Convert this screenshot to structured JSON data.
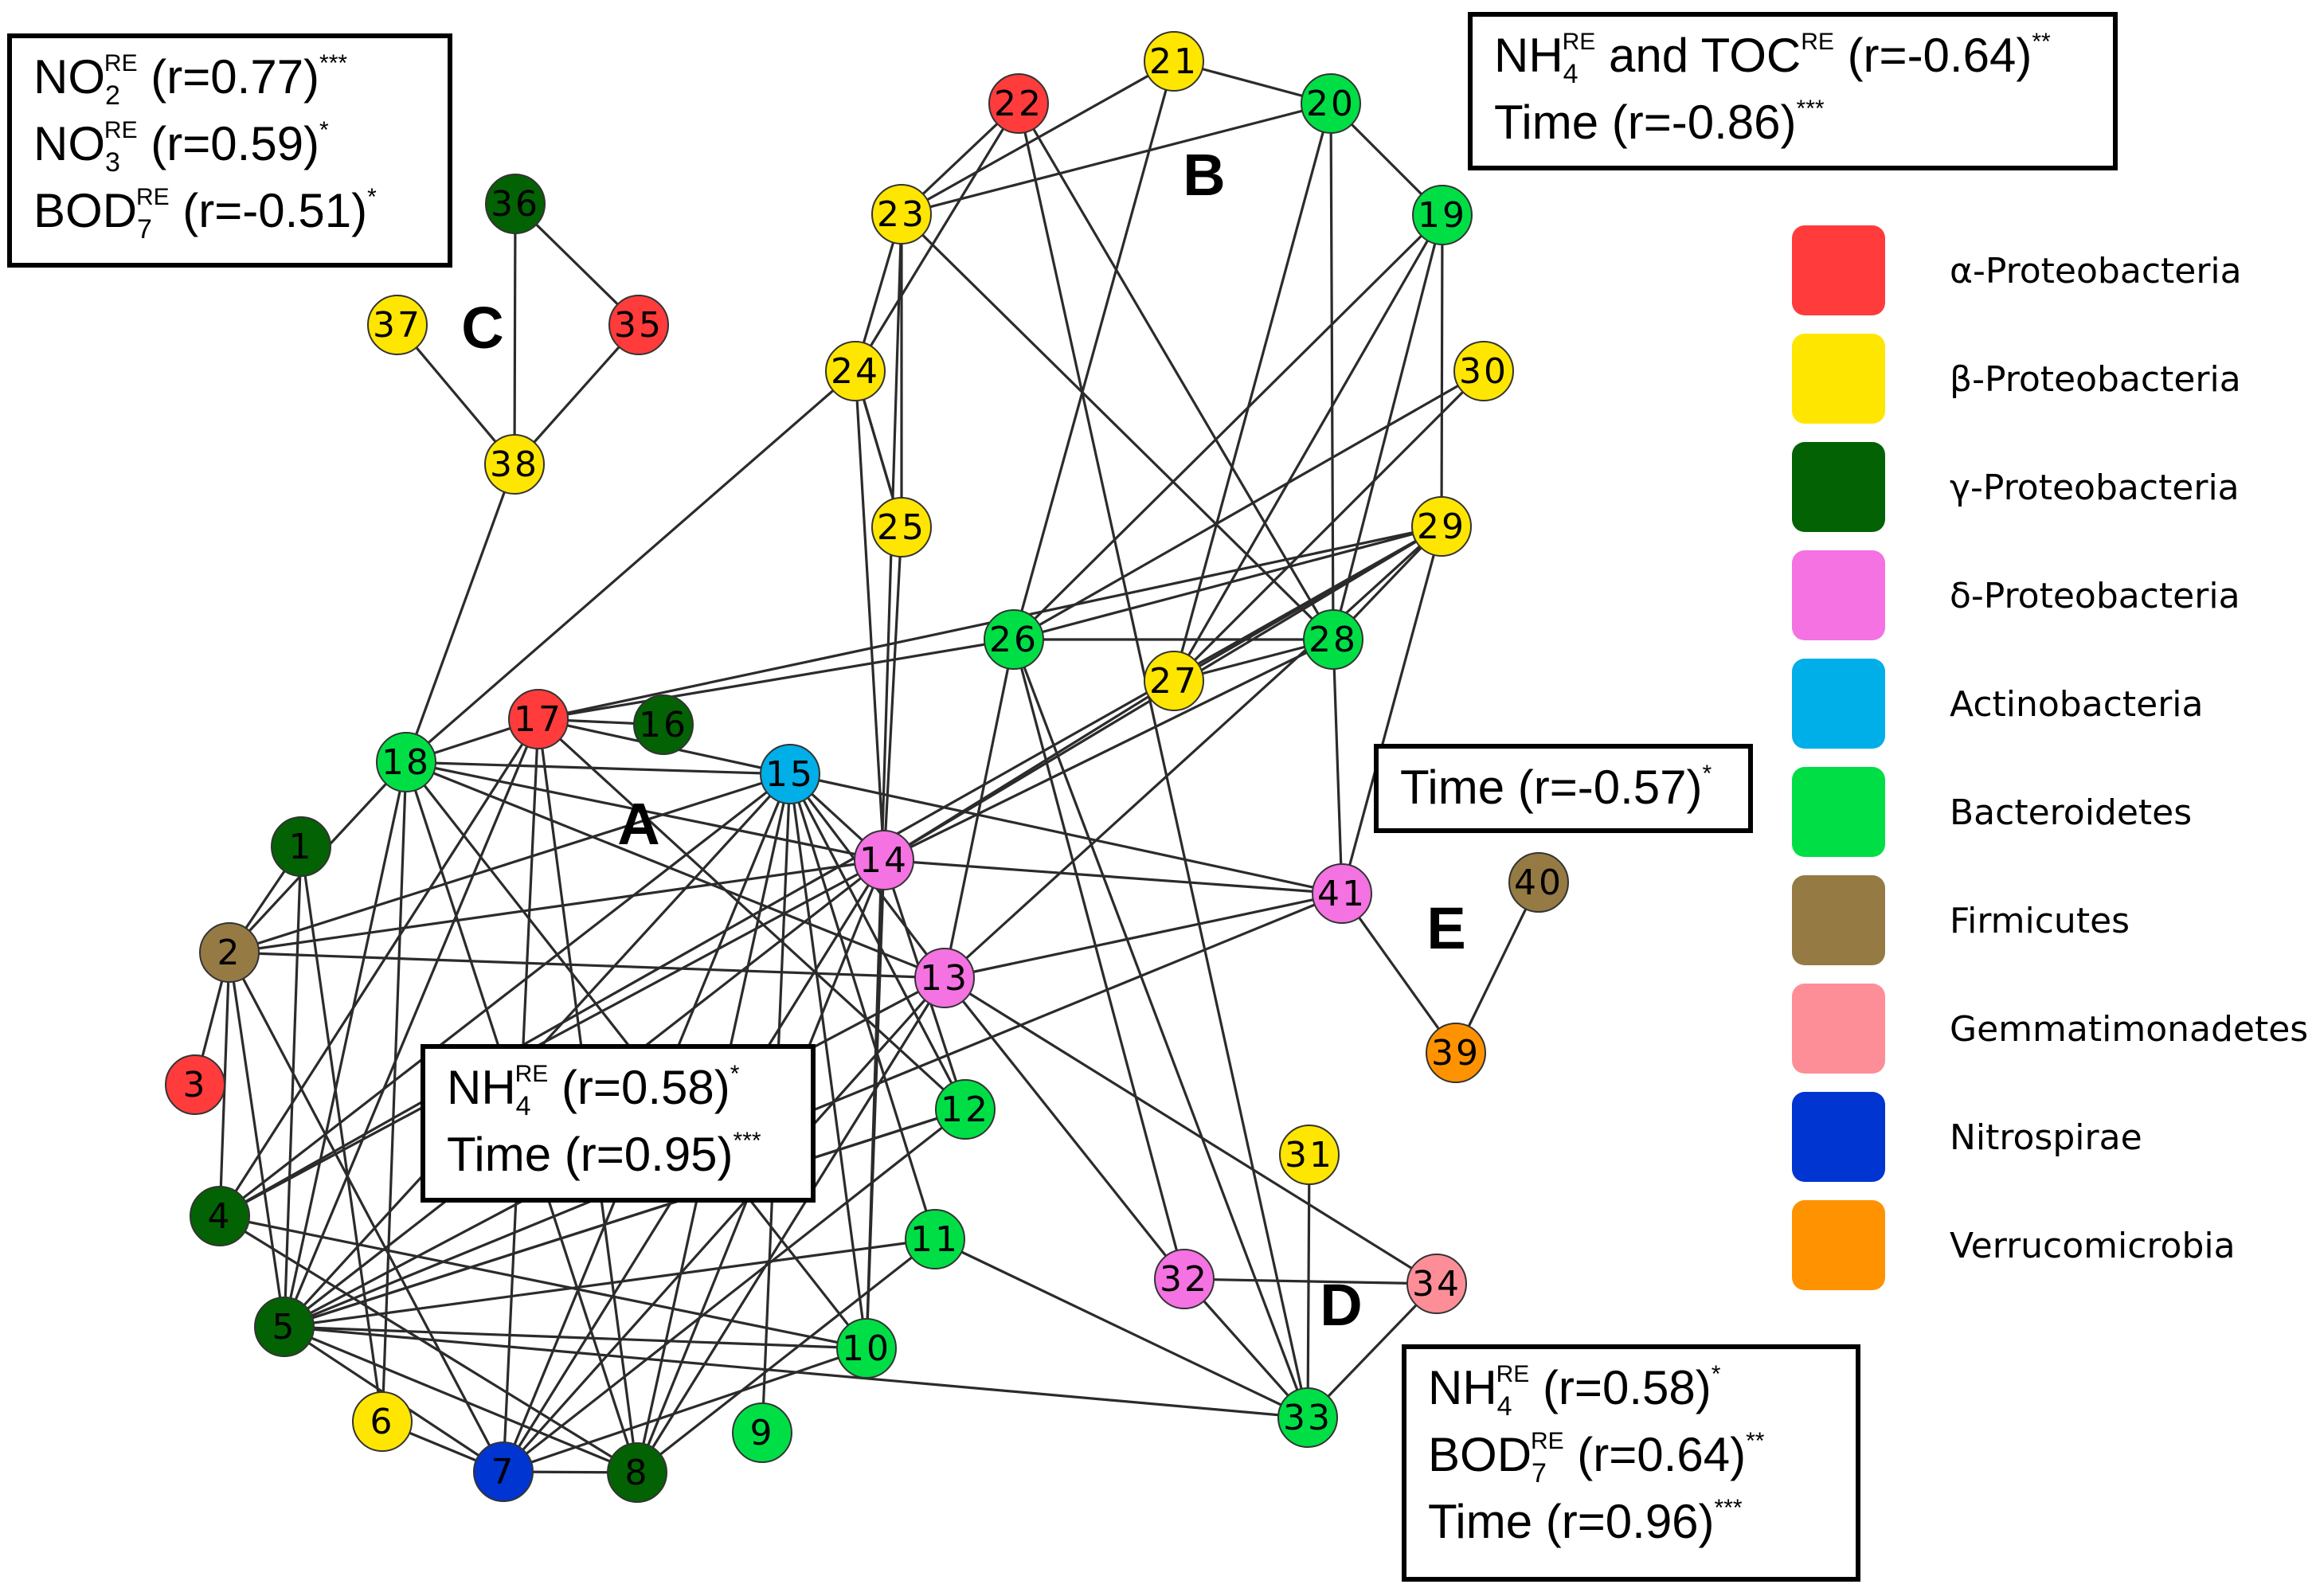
{
  "colors": {
    "alpha": "#ff3b3b",
    "beta": "#ffe600",
    "gamma": "#036203",
    "delta": "#f472e2",
    "actino": "#00aee8",
    "bactero": "#00de46",
    "firmi": "#957a44",
    "gemma": "#fd8e98",
    "nitro": "#0035d1",
    "verru": "#ff9200",
    "edge": "#2b2b2b"
  },
  "nodes": [
    {
      "id": "1",
      "group": "gamma"
    },
    {
      "id": "2",
      "group": "firmi"
    },
    {
      "id": "3",
      "group": "alpha"
    },
    {
      "id": "4",
      "group": "gamma"
    },
    {
      "id": "5",
      "group": "gamma"
    },
    {
      "id": "6",
      "group": "beta"
    },
    {
      "id": "7",
      "group": "nitro"
    },
    {
      "id": "8",
      "group": "gamma"
    },
    {
      "id": "9",
      "group": "bactero"
    },
    {
      "id": "10",
      "group": "bactero"
    },
    {
      "id": "11",
      "group": "bactero"
    },
    {
      "id": "12",
      "group": "bactero"
    },
    {
      "id": "13",
      "group": "delta"
    },
    {
      "id": "14",
      "group": "delta"
    },
    {
      "id": "15",
      "group": "actino"
    },
    {
      "id": "16",
      "group": "gamma"
    },
    {
      "id": "17",
      "group": "alpha"
    },
    {
      "id": "18",
      "group": "bactero"
    },
    {
      "id": "19",
      "group": "bactero"
    },
    {
      "id": "20",
      "group": "bactero"
    },
    {
      "id": "21",
      "group": "beta"
    },
    {
      "id": "22",
      "group": "alpha"
    },
    {
      "id": "23",
      "group": "beta"
    },
    {
      "id": "24",
      "group": "beta"
    },
    {
      "id": "25",
      "group": "beta"
    },
    {
      "id": "26",
      "group": "bactero"
    },
    {
      "id": "27",
      "group": "beta"
    },
    {
      "id": "28",
      "group": "bactero"
    },
    {
      "id": "29",
      "group": "beta"
    },
    {
      "id": "30",
      "group": "beta"
    },
    {
      "id": "31",
      "group": "beta"
    },
    {
      "id": "32",
      "group": "delta"
    },
    {
      "id": "33",
      "group": "bactero"
    },
    {
      "id": "34",
      "group": "gemma"
    },
    {
      "id": "35",
      "group": "alpha"
    },
    {
      "id": "36",
      "group": "gamma"
    },
    {
      "id": "37",
      "group": "beta"
    },
    {
      "id": "38",
      "group": "beta"
    },
    {
      "id": "39",
      "group": "verru"
    },
    {
      "id": "40",
      "group": "firmi"
    },
    {
      "id": "41",
      "group": "delta"
    }
  ],
  "edges": [
    [
      "1",
      "2"
    ],
    [
      "2",
      "3"
    ],
    [
      "2",
      "18"
    ],
    [
      "2",
      "4"
    ],
    [
      "2",
      "5"
    ],
    [
      "2",
      "7"
    ],
    [
      "2",
      "13"
    ],
    [
      "2",
      "14"
    ],
    [
      "2",
      "15"
    ],
    [
      "1",
      "5"
    ],
    [
      "1",
      "6"
    ],
    [
      "18",
      "17"
    ],
    [
      "18",
      "38"
    ],
    [
      "18",
      "5"
    ],
    [
      "18",
      "6"
    ],
    [
      "18",
      "8"
    ],
    [
      "18",
      "10"
    ],
    [
      "18",
      "13"
    ],
    [
      "18",
      "15"
    ],
    [
      "18",
      "14"
    ],
    [
      "17",
      "16"
    ],
    [
      "17",
      "15"
    ],
    [
      "17",
      "4"
    ],
    [
      "17",
      "5"
    ],
    [
      "17",
      "7"
    ],
    [
      "17",
      "8"
    ],
    [
      "17",
      "12"
    ],
    [
      "17",
      "26"
    ],
    [
      "17",
      "29"
    ],
    [
      "15",
      "14"
    ],
    [
      "15",
      "13"
    ],
    [
      "15",
      "41"
    ],
    [
      "15",
      "4"
    ],
    [
      "15",
      "5"
    ],
    [
      "15",
      "7"
    ],
    [
      "15",
      "8"
    ],
    [
      "15",
      "9"
    ],
    [
      "15",
      "10"
    ],
    [
      "15",
      "11"
    ],
    [
      "15",
      "12"
    ],
    [
      "14",
      "41"
    ],
    [
      "14",
      "4"
    ],
    [
      "14",
      "5"
    ],
    [
      "14",
      "7"
    ],
    [
      "14",
      "8"
    ],
    [
      "14",
      "10"
    ],
    [
      "14",
      "12"
    ],
    [
      "14",
      "27"
    ],
    [
      "14",
      "28"
    ],
    [
      "14",
      "29"
    ],
    [
      "14",
      "25"
    ],
    [
      "13",
      "41"
    ],
    [
      "13",
      "5"
    ],
    [
      "13",
      "7"
    ],
    [
      "13",
      "8"
    ],
    [
      "13",
      "32"
    ],
    [
      "13",
      "34"
    ],
    [
      "13",
      "26"
    ],
    [
      "13",
      "29"
    ],
    [
      "12",
      "5"
    ],
    [
      "12",
      "7"
    ],
    [
      "11",
      "5"
    ],
    [
      "11",
      "8"
    ],
    [
      "11",
      "33"
    ],
    [
      "10",
      "5"
    ],
    [
      "10",
      "4"
    ],
    [
      "10",
      "7"
    ],
    [
      "5",
      "7"
    ],
    [
      "5",
      "8"
    ],
    [
      "5",
      "33"
    ],
    [
      "5",
      "12"
    ],
    [
      "5",
      "41"
    ],
    [
      "4",
      "8"
    ],
    [
      "4",
      "29"
    ],
    [
      "6",
      "7"
    ],
    [
      "7",
      "8"
    ],
    [
      "36",
      "35"
    ],
    [
      "36",
      "38"
    ],
    [
      "35",
      "38"
    ],
    [
      "37",
      "38"
    ],
    [
      "22",
      "23"
    ],
    [
      "22",
      "28"
    ],
    [
      "22",
      "33"
    ],
    [
      "22",
      "24"
    ],
    [
      "21",
      "23"
    ],
    [
      "21",
      "20"
    ],
    [
      "21",
      "26"
    ],
    [
      "20",
      "19"
    ],
    [
      "20",
      "23"
    ],
    [
      "20",
      "28"
    ],
    [
      "20",
      "27"
    ],
    [
      "19",
      "26"
    ],
    [
      "19",
      "27"
    ],
    [
      "19",
      "28"
    ],
    [
      "19",
      "29"
    ],
    [
      "23",
      "24"
    ],
    [
      "23",
      "25"
    ],
    [
      "23",
      "28"
    ],
    [
      "23",
      "10"
    ],
    [
      "24",
      "25"
    ],
    [
      "24",
      "14"
    ],
    [
      "24",
      "18"
    ],
    [
      "25",
      "24"
    ],
    [
      "26",
      "29"
    ],
    [
      "26",
      "28"
    ],
    [
      "26",
      "32"
    ],
    [
      "26",
      "33"
    ],
    [
      "26",
      "30"
    ],
    [
      "27",
      "30"
    ],
    [
      "27",
      "29"
    ],
    [
      "27",
      "28"
    ],
    [
      "28",
      "41"
    ],
    [
      "29",
      "28"
    ],
    [
      "29",
      "41"
    ],
    [
      "31",
      "33"
    ],
    [
      "32",
      "34"
    ],
    [
      "32",
      "33"
    ],
    [
      "33",
      "34"
    ],
    [
      "41",
      "39"
    ],
    [
      "39",
      "40"
    ]
  ],
  "modules": [
    {
      "id": "A",
      "text": "A"
    },
    {
      "id": "B",
      "text": "B"
    },
    {
      "id": "C",
      "text": "C"
    },
    {
      "id": "D",
      "text": "D"
    },
    {
      "id": "E",
      "text": "E"
    }
  ],
  "boxes": {
    "C": [
      [
        {
          "t": "NO",
          "k": "n"
        },
        {
          "t": "2",
          "k": "sub"
        },
        {
          "t": "RE",
          "k": "sup"
        },
        {
          "t": " (r=0.77)",
          "k": "n"
        },
        {
          "t": "***",
          "k": "sup"
        }
      ],
      [
        {
          "t": "NO",
          "k": "n"
        },
        {
          "t": "3",
          "k": "sub"
        },
        {
          "t": "RE",
          "k": "sup"
        },
        {
          "t": " (r=0.59)",
          "k": "n"
        },
        {
          "t": "*",
          "k": "sup"
        }
      ],
      [
        {
          "t": "BOD",
          "k": "n"
        },
        {
          "t": "7",
          "k": "sub"
        },
        {
          "t": "RE",
          "k": "sup"
        },
        {
          "t": " (r=-0.51)",
          "k": "n"
        },
        {
          "t": "*",
          "k": "sup"
        }
      ]
    ],
    "B": [
      [
        {
          "t": "NH",
          "k": "n"
        },
        {
          "t": "4",
          "k": "sub"
        },
        {
          "t": "RE",
          "k": "sup"
        },
        {
          "t": " and TOC",
          "k": "n"
        },
        {
          "t": "RE",
          "k": "sup2"
        },
        {
          "t": " (r=-0.64)",
          "k": "n"
        },
        {
          "t": "**",
          "k": "sup"
        }
      ],
      [
        {
          "t": "Time (r=-0.86)",
          "k": "n"
        },
        {
          "t": "***",
          "k": "sup"
        }
      ]
    ],
    "E": [
      [
        {
          "t": "Time (r=-0.57)",
          "k": "n"
        },
        {
          "t": "*",
          "k": "sup"
        }
      ]
    ],
    "A": [
      [
        {
          "t": "NH",
          "k": "n"
        },
        {
          "t": "4",
          "k": "sub"
        },
        {
          "t": "RE",
          "k": "sup"
        },
        {
          "t": " (r=0.58)",
          "k": "n"
        },
        {
          "t": "*",
          "k": "sup"
        }
      ],
      [
        {
          "t": "Time (r=0.95)",
          "k": "n"
        },
        {
          "t": "***",
          "k": "sup"
        }
      ]
    ],
    "D": [
      [
        {
          "t": "NH",
          "k": "n"
        },
        {
          "t": "4",
          "k": "sub"
        },
        {
          "t": "RE",
          "k": "sup"
        },
        {
          "t": " (r=0.58)",
          "k": "n"
        },
        {
          "t": "*",
          "k": "sup"
        }
      ],
      [
        {
          "t": "BOD",
          "k": "n"
        },
        {
          "t": "7",
          "k": "sub"
        },
        {
          "t": "RE",
          "k": "sup"
        },
        {
          "t": " (r=0.64)",
          "k": "n"
        },
        {
          "t": "**",
          "k": "sup"
        }
      ],
      [
        {
          "t": "Time (r=0.96)",
          "k": "n"
        },
        {
          "t": "***",
          "k": "sup"
        }
      ]
    ]
  },
  "legend": [
    {
      "label": "α-Proteobacteria",
      "group": "alpha"
    },
    {
      "label": "β-Proteobacteria",
      "group": "beta"
    },
    {
      "label": "γ-Proteobacteria",
      "group": "gamma"
    },
    {
      "label": "δ-Proteobacteria",
      "group": "delta"
    },
    {
      "label": "Actinobacteria",
      "group": "actino"
    },
    {
      "label": "Bacteroidetes",
      "group": "bactero"
    },
    {
      "label": "Firmicutes",
      "group": "firmi"
    },
    {
      "label": "Gemmatimonadetes",
      "group": "gemma"
    },
    {
      "label": "Nitrospirae",
      "group": "nitro"
    },
    {
      "label": "Verrucomicrobia",
      "group": "verru"
    }
  ]
}
